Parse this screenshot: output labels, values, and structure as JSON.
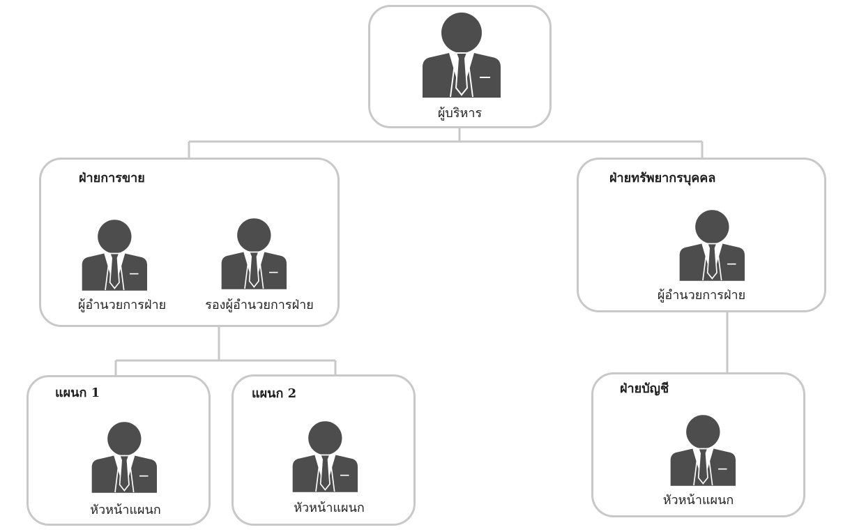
{
  "colors": {
    "box_border": "#c8c8c8",
    "connector": "#c8c8c8",
    "person_icon": "#4d4d4d"
  },
  "executive": {
    "role": "ผู้บริหาร",
    "icon": "businessman-icon"
  },
  "sales_department": {
    "title": "ฝ่ายการขาย",
    "members": [
      {
        "role": "ผู้อำนวยการฝ่าย",
        "icon": "businessman-icon"
      },
      {
        "role": "รองผู้อำนวยการฝ่าย",
        "icon": "businessman-icon"
      }
    ],
    "sections": [
      {
        "title": "แผนก 1",
        "role": "หัวหน้าแผนก",
        "icon": "businessman-icon"
      },
      {
        "title": "แผนก 2",
        "role": "หัวหน้าแผนก",
        "icon": "businessman-icon"
      }
    ]
  },
  "hr_department": {
    "title": "ฝ่ายทรัพยากรบุคคล",
    "members": [
      {
        "role": "ผู้อำนวยการฝ่าย",
        "icon": "businessman-icon"
      }
    ],
    "sub_department": {
      "title": "ฝ่ายบัญชี",
      "role": "หัวหน้าแผนก",
      "icon": "businessman-icon"
    }
  }
}
